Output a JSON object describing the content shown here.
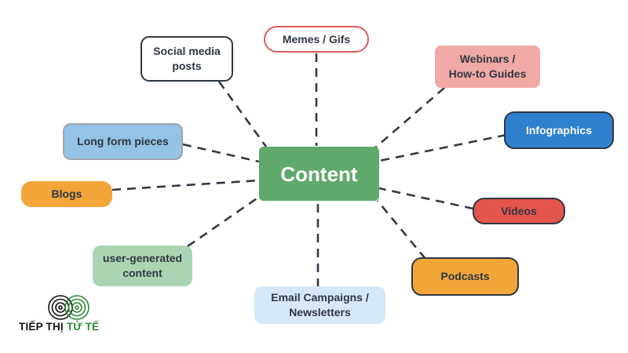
{
  "center": {
    "label": "Content"
  },
  "nodes": {
    "memes": "Memes / Gifs",
    "social": "Social media\nposts",
    "webinars": "Webinars /\nHow-to Guides",
    "infographics": "Infographics",
    "longform": "Long form pieces",
    "blogs": "Blogs",
    "videos": "Videos",
    "ugc": "user-generated\ncontent",
    "podcasts": "Podcasts",
    "email": "Email Campaigns /\nNewsletters"
  },
  "logo": {
    "text_dark": "TIẾP THỊ ",
    "text_accent": "TỬ TẾ"
  },
  "colors": {
    "center": "#5fa96c",
    "edge": "#333a45",
    "accent": "#2e8b3a"
  }
}
